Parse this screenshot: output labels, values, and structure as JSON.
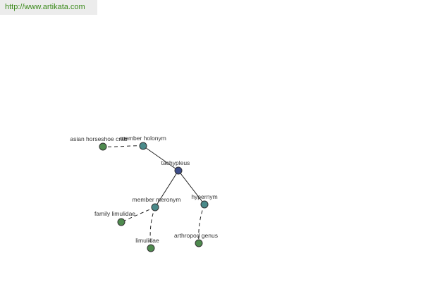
{
  "header": {
    "url": "http://www.artikata.com"
  },
  "graph": {
    "colors": {
      "center": "#3d4d8a",
      "relation": "#4a8a8a",
      "leaf": "#4e8a4e",
      "edge": "#222222"
    },
    "nodes": {
      "center": "tachypleus",
      "member_holonym": "member holonym",
      "asian_horseshoe_crab": "asian horseshoe crab",
      "member_meronym": "member meronym",
      "family_limulidae": "family limulidae",
      "limulidae": "limulidae",
      "hypernym": "hypernym",
      "arthropod_genus": "arthropod genus"
    }
  }
}
